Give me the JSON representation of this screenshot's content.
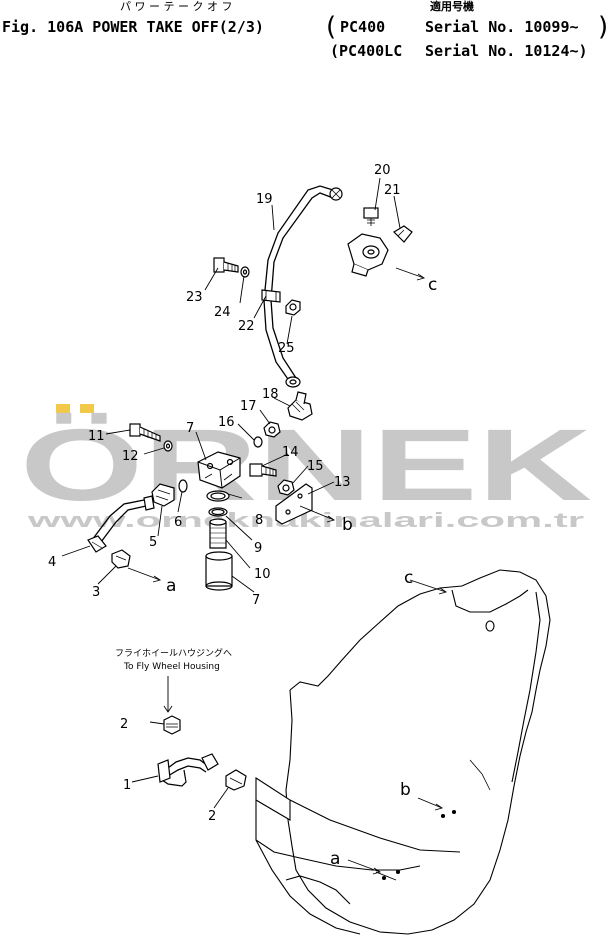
{
  "header": {
    "kana_title": "パ ワ ー テ ー ク オ フ",
    "title": "Fig. 106A POWER TAKE OFF(2/3)",
    "applicable_kana": "適用号機",
    "model_1": "PC400",
    "serial_1": "Serial No. 10099~",
    "model_2": "(PC400LC",
    "serial_2": "Serial No. 10124~)"
  },
  "watermark": {
    "brand": "ÖRNEK",
    "url": "www.orneknakinalari.com.tr",
    "brand_color": "#c8c8c8",
    "accent_color": "#f2c84a"
  },
  "diagram": {
    "callouts": [
      {
        "id": "c1",
        "label": "1"
      },
      {
        "id": "c2a",
        "label": "2"
      },
      {
        "id": "c2b",
        "label": "2"
      },
      {
        "id": "c3",
        "label": "3"
      },
      {
        "id": "c4",
        "label": "4"
      },
      {
        "id": "c5",
        "label": "5"
      },
      {
        "id": "c6",
        "label": "6"
      },
      {
        "id": "c7a",
        "label": "7"
      },
      {
        "id": "c7b",
        "label": "7"
      },
      {
        "id": "c8",
        "label": "8"
      },
      {
        "id": "c9",
        "label": "9"
      },
      {
        "id": "c10",
        "label": "10"
      },
      {
        "id": "c11",
        "label": "11"
      },
      {
        "id": "c12",
        "label": "12"
      },
      {
        "id": "c13",
        "label": "13"
      },
      {
        "id": "c14",
        "label": "14"
      },
      {
        "id": "c15",
        "label": "15"
      },
      {
        "id": "c16",
        "label": "16"
      },
      {
        "id": "c17",
        "label": "17"
      },
      {
        "id": "c18",
        "label": "18"
      },
      {
        "id": "c19",
        "label": "19"
      },
      {
        "id": "c20",
        "label": "20"
      },
      {
        "id": "c21",
        "label": "21"
      },
      {
        "id": "c22",
        "label": "22"
      },
      {
        "id": "c23",
        "label": "23"
      },
      {
        "id": "c24",
        "label": "24"
      },
      {
        "id": "c25",
        "label": "25"
      }
    ],
    "ref_letters": [
      {
        "id": "la1",
        "label": "a"
      },
      {
        "id": "la2",
        "label": "a"
      },
      {
        "id": "lb1",
        "label": "b"
      },
      {
        "id": "lb2",
        "label": "b"
      },
      {
        "id": "lc1",
        "label": "c"
      },
      {
        "id": "lc2",
        "label": "c"
      }
    ],
    "note_kana": "フライホイールハウジングへ",
    "note_en": "To Fly Wheel Housing"
  }
}
